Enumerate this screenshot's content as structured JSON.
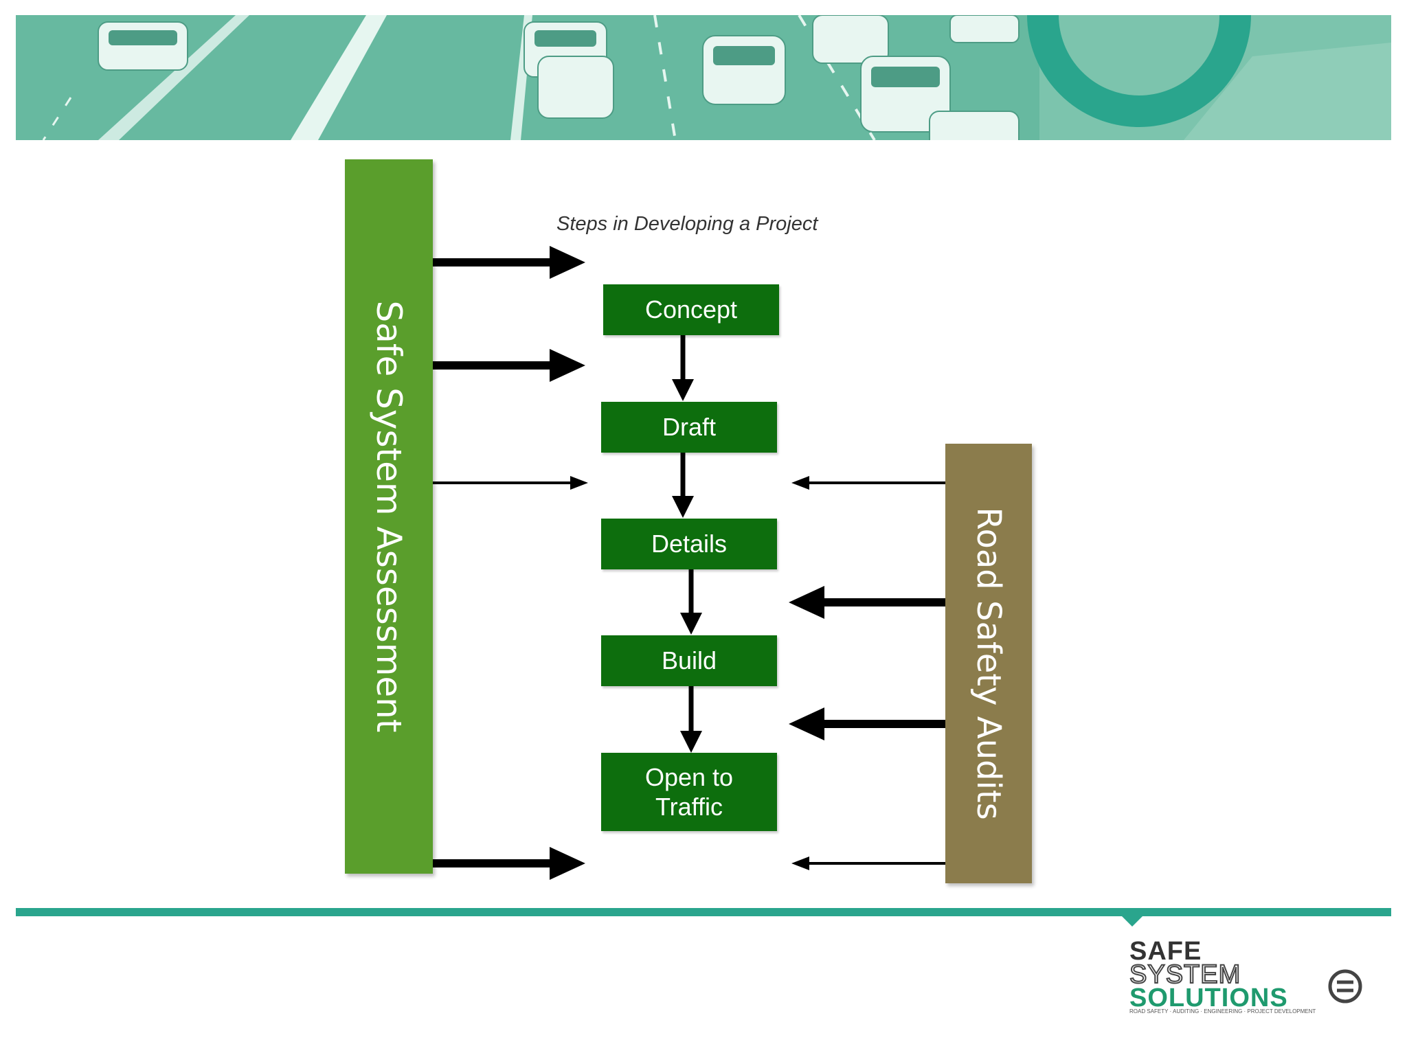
{
  "diagram": {
    "title": "Steps in Developing a Project",
    "left_bar": {
      "label": "Safe System Assessment",
      "color": "#5a9e2c"
    },
    "right_bar": {
      "label": "Road Safety Audits",
      "color": "#8b7c4c"
    },
    "steps": [
      {
        "label": "Concept"
      },
      {
        "label": "Draft"
      },
      {
        "label": "Details"
      },
      {
        "label": "Build"
      },
      {
        "label": "Open to\nTraffic"
      }
    ],
    "step_color": "#0d6e0d"
  },
  "logo": {
    "line1": "SAFE",
    "line2": "SYSTEM",
    "line3": "SOLUTIONS",
    "tagline": "ROAD SAFETY · AUDITING · ENGINEERING · PROJECT DEVELOPMENT"
  },
  "colors": {
    "accent": "#2aa58d"
  }
}
